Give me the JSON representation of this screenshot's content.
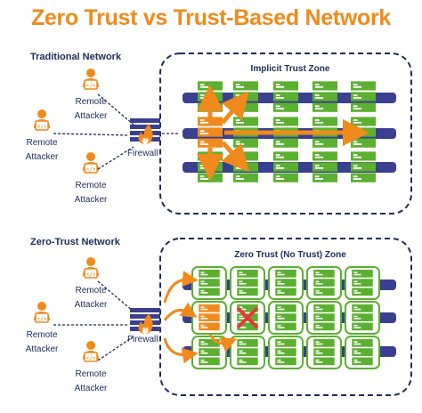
{
  "title": "Zero Trust vs Trust-Based Network",
  "traditional": {
    "section_label": "Traditional Network",
    "zone_label": "Implicit Trust Zone",
    "firewall_label": "Firewall",
    "attackers": [
      {
        "line1": "Remote",
        "line2": "Attacker"
      },
      {
        "line1": "Remote",
        "line2": "Attacker"
      },
      {
        "line1": "Remote",
        "line2": "Attacker"
      }
    ]
  },
  "zero_trust": {
    "section_label": "Zero-Trust Network",
    "zone_label": "Zero Trust (No Trust) Zone",
    "firewall_label": "Firewall",
    "attackers": [
      {
        "line1": "Remote",
        "line2": "Attacker"
      },
      {
        "line1": "Remote",
        "line2": "Attacker"
      },
      {
        "line1": "Remote",
        "line2": "Attacker"
      }
    ]
  },
  "colors": {
    "accent": "#f08a1c",
    "server": "#5bb030",
    "pipe": "#3a3f8f",
    "zone_border": "#1d2b5e",
    "block": "#e53935"
  },
  "icons": [
    "attacker-icon",
    "firewall-icon",
    "server-icon",
    "block-icon"
  ]
}
